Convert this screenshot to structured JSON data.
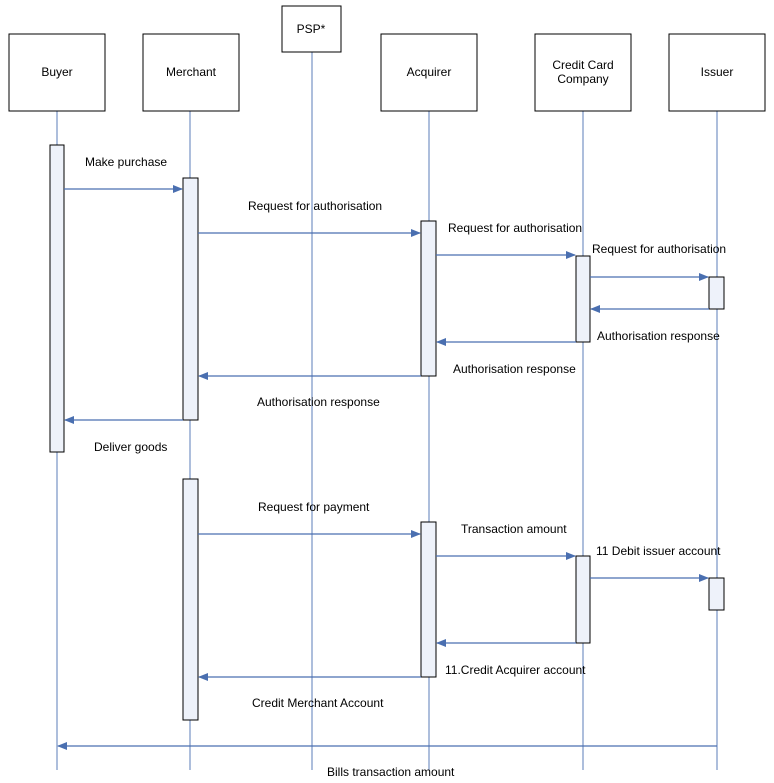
{
  "colors": {
    "lifeline": "#5b7db8",
    "message": "#4a6fb0",
    "activation_fill": "#eef2fa",
    "box_stroke": "#000000"
  },
  "actors": [
    {
      "id": "buyer",
      "label": [
        "Buyer"
      ]
    },
    {
      "id": "merchant",
      "label": [
        "Merchant"
      ]
    },
    {
      "id": "psp",
      "label": [
        "PSP*"
      ]
    },
    {
      "id": "acquirer",
      "label": [
        "Acquirer"
      ]
    },
    {
      "id": "credit-card-company",
      "label": [
        "Credit Card",
        "Company"
      ]
    },
    {
      "id": "issuer",
      "label": [
        "Issuer"
      ]
    }
  ],
  "messages": [
    {
      "id": "make-purchase",
      "from": "buyer",
      "to": "merchant",
      "label": "Make purchase"
    },
    {
      "id": "request-authorisation-1",
      "from": "merchant",
      "to": "acquirer",
      "label": "Request for authorisation"
    },
    {
      "id": "request-authorisation-2",
      "from": "acquirer",
      "to": "credit-card-company",
      "label": "Request for authorisation"
    },
    {
      "id": "request-authorisation-3",
      "from": "credit-card-company",
      "to": "issuer",
      "label": "Request for authorisation"
    },
    {
      "id": "authorisation-response-1",
      "from": "issuer",
      "to": "credit-card-company",
      "label": "Authorisation response"
    },
    {
      "id": "authorisation-response-2",
      "from": "credit-card-company",
      "to": "acquirer",
      "label": "Authorisation response"
    },
    {
      "id": "authorisation-response-3",
      "from": "acquirer",
      "to": "merchant",
      "label": "Authorisation response"
    },
    {
      "id": "deliver-goods",
      "from": "merchant",
      "to": "buyer",
      "label": "Deliver goods"
    },
    {
      "id": "request-payment",
      "from": "merchant",
      "to": "acquirer",
      "label": "Request for payment"
    },
    {
      "id": "transaction-amount",
      "from": "acquirer",
      "to": "credit-card-company",
      "label": "Transaction amount"
    },
    {
      "id": "debit-issuer-account",
      "from": "credit-card-company",
      "to": "issuer",
      "label": "11 Debit issuer account"
    },
    {
      "id": "credit-acquirer-account",
      "from": "credit-card-company",
      "to": "acquirer",
      "label": "11.Credit Acquirer account"
    },
    {
      "id": "credit-merchant-account",
      "from": "acquirer",
      "to": "merchant",
      "label": "Credit Merchant Account"
    },
    {
      "id": "bills-transaction-amount",
      "from": "issuer",
      "to": "buyer",
      "label": "Bills transaction amount"
    }
  ]
}
